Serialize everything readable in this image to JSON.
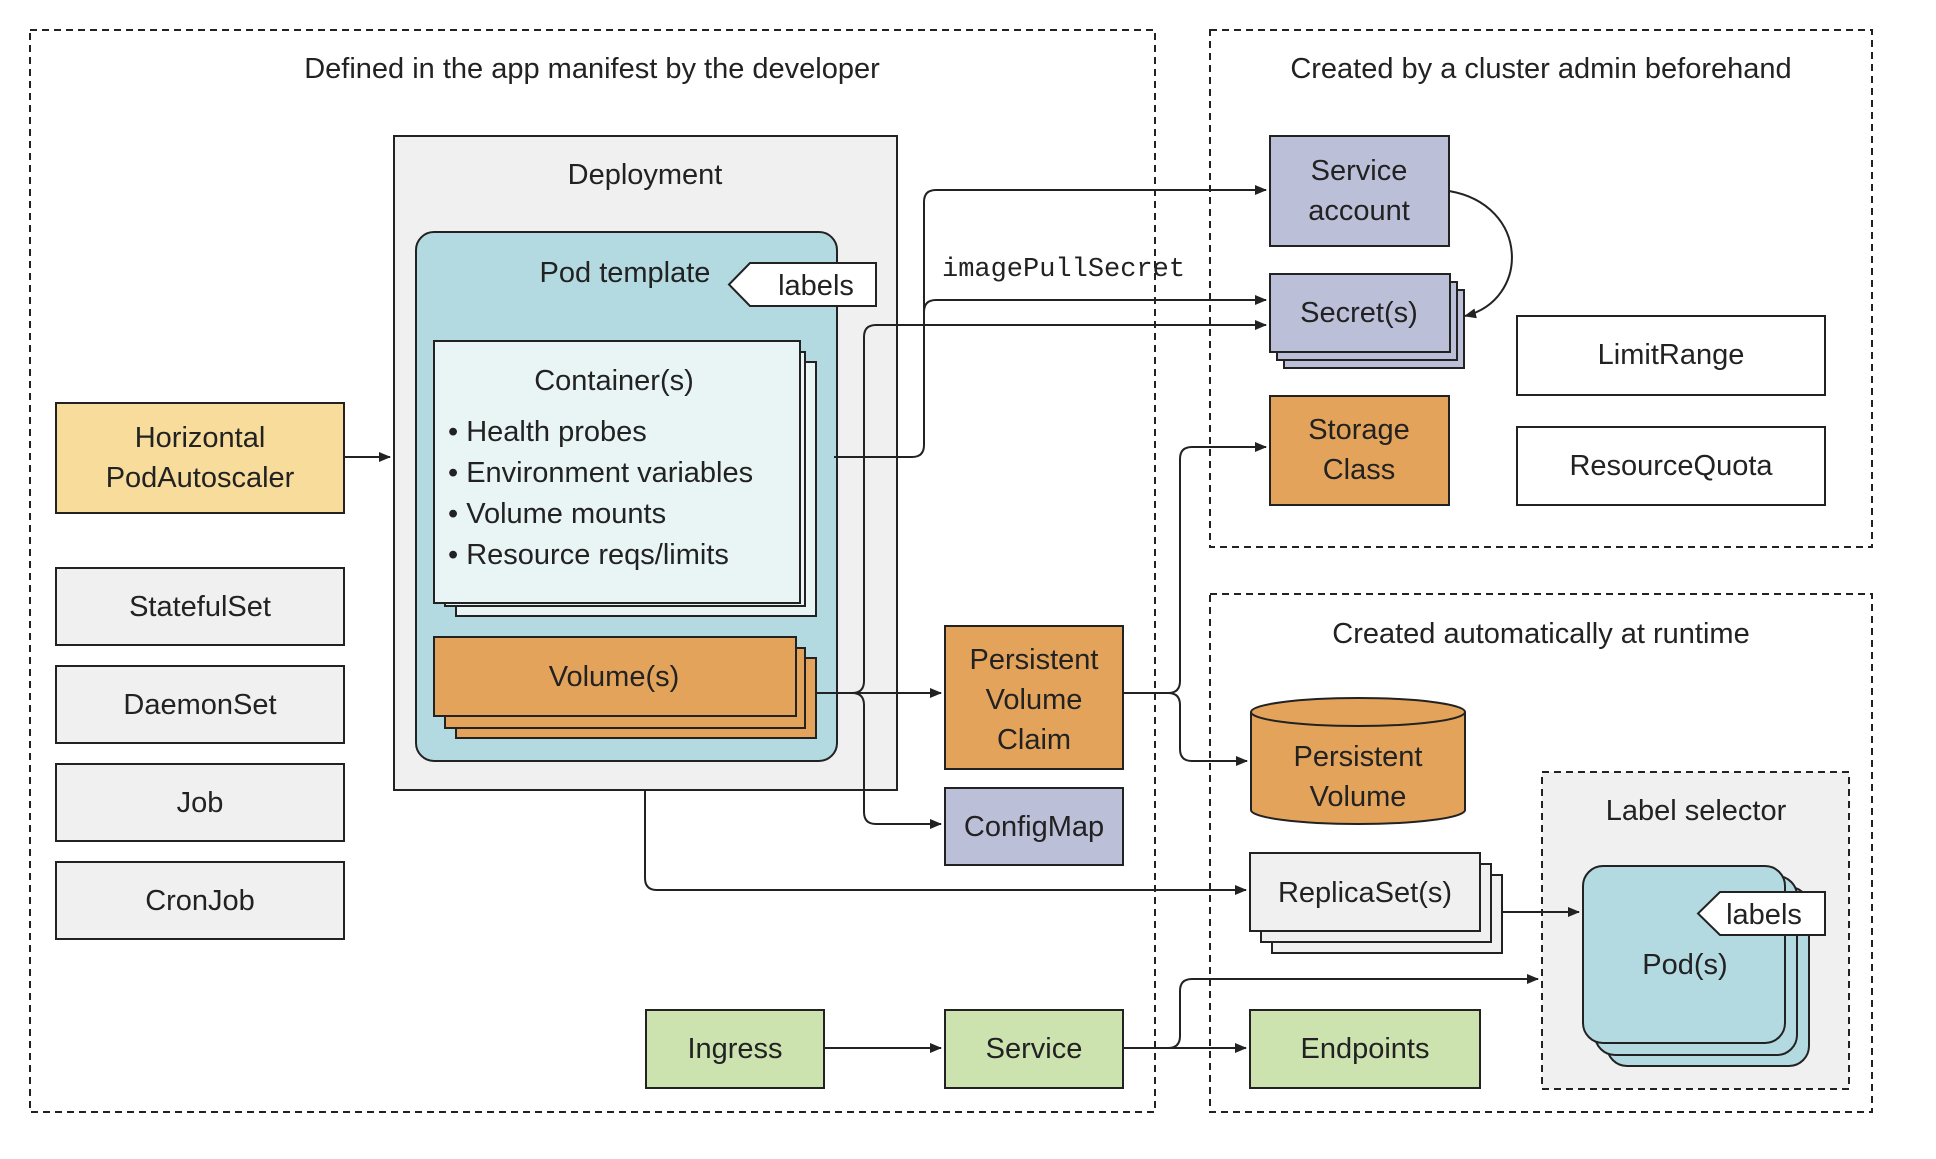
{
  "regions": {
    "developer": "Defined in the app manifest by the developer",
    "admin": "Created by a cluster admin beforehand",
    "runtime": "Created automatically at runtime",
    "label_selector": "Label selector"
  },
  "deployment": {
    "title": "Deployment",
    "pod_template": "Pod template",
    "labels": "labels",
    "containers": {
      "title": "Container(s)",
      "items": [
        "• Health probes",
        "• Environment variables",
        "• Volume mounts",
        "• Resource reqs/limits"
      ]
    },
    "volumes": "Volume(s)"
  },
  "left_column": {
    "hpa": [
      "Horizontal",
      "PodAutoscaler"
    ],
    "statefulset": "StatefulSet",
    "daemonset": "DaemonSet",
    "job": "Job",
    "cronjob": "CronJob"
  },
  "middle": {
    "pvc": [
      "Persistent",
      "Volume",
      "Claim"
    ],
    "configmap": "ConfigMap",
    "ingress": "Ingress",
    "service": "Service"
  },
  "admin_objects": {
    "service_account": [
      "Service",
      "account"
    ],
    "secrets": "Secret(s)",
    "storage_class": [
      "Storage",
      "Class"
    ],
    "limit_range": "LimitRange",
    "resource_quota": "ResourceQuota"
  },
  "runtime_objects": {
    "persistent_volume": [
      "Persistent",
      "Volume"
    ],
    "replicasets": "ReplicaSet(s)",
    "endpoints": "Endpoints",
    "pods": "Pod(s)",
    "pod_labels": "labels"
  },
  "edge_labels": {
    "image_pull_secret": "imagePullSecret"
  },
  "colors": {
    "yellow": "#f8dc9c",
    "gray_box": "#f0f0f0",
    "teal": "#b3d9e1",
    "light_teal": "#e9f4f5",
    "orange": "#e3a35b",
    "lavender": "#bcbfd8",
    "green": "#cce3b0",
    "line": "#222222"
  }
}
